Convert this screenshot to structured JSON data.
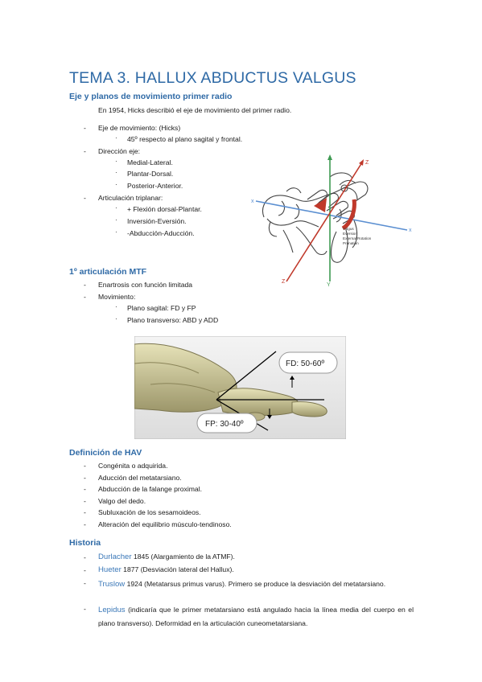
{
  "title": "TEMA 3. HALLUX ABDUCTUS VALGUS",
  "section1": {
    "heading": "Eje y planos de movimiento primer radio",
    "intro": "En 1954, Hicks describió el eje de movimiento del primer radio.",
    "items": [
      {
        "text": "Eje de movimiento: (Hicks)",
        "sub": [
          "45º respecto al plano sagital y frontal."
        ]
      },
      {
        "text": "Dirección eje:",
        "sub": [
          "Medial-Lateral.",
          "Plantar-Dorsal.",
          "Posterior-Anterior."
        ]
      },
      {
        "text": "Articulación triplanar:",
        "sub": [
          "+ Flexión dorsal-Plantar.",
          "Inversión-Eversión.",
          "-Abducción-Aducción."
        ]
      }
    ],
    "figure": {
      "axis_x": "x",
      "axis_y": "Y",
      "axis_z": "Z",
      "annotation": [
        "Valgus",
        "Eversion",
        "External Rotation",
        "Pronation"
      ]
    }
  },
  "section2": {
    "heading": "1º articulación MTF",
    "items": [
      {
        "text": "Enartrosis con función limitada",
        "sub": []
      },
      {
        "text": "Movimiento:",
        "sub": [
          "Plano sagital: FD y FP",
          "Plano transverso: ABD y ADD"
        ]
      }
    ],
    "figure": {
      "fd_label": "FD: 50-60º",
      "fp_label": "FP: 30-40º"
    }
  },
  "section3": {
    "heading": "Definición de HAV",
    "items": [
      "Congénita o adquirida.",
      "Aducción del metatarsiano.",
      "Abducción de la falange proximal.",
      "Valgo del dedo.",
      "Subluxación de los sesamoideos.",
      "Alteración del equilibrio músculo-tendinoso."
    ]
  },
  "section4": {
    "heading": "Historia",
    "items": [
      {
        "name": "Durlacher",
        "text": " 1845 (Alargamiento de la ATMF)."
      },
      {
        "name": "Hueter",
        "text": " 1877 (Desviación lateral del Hallux)."
      },
      {
        "name": "Truslow",
        "text": " 1924 (Metatarsus primus varus). Primero se produce la desviación del metatarsiano."
      },
      {
        "name": "Lepidus",
        "text": " (indicaría que le primer metatarsiano está angulado hacia la línea media del cuerpo en el plano transverso). Deformidad en la articulación cuneometatarsiana."
      }
    ]
  },
  "symbols": {
    "dash": "-",
    "bullet": "·"
  }
}
